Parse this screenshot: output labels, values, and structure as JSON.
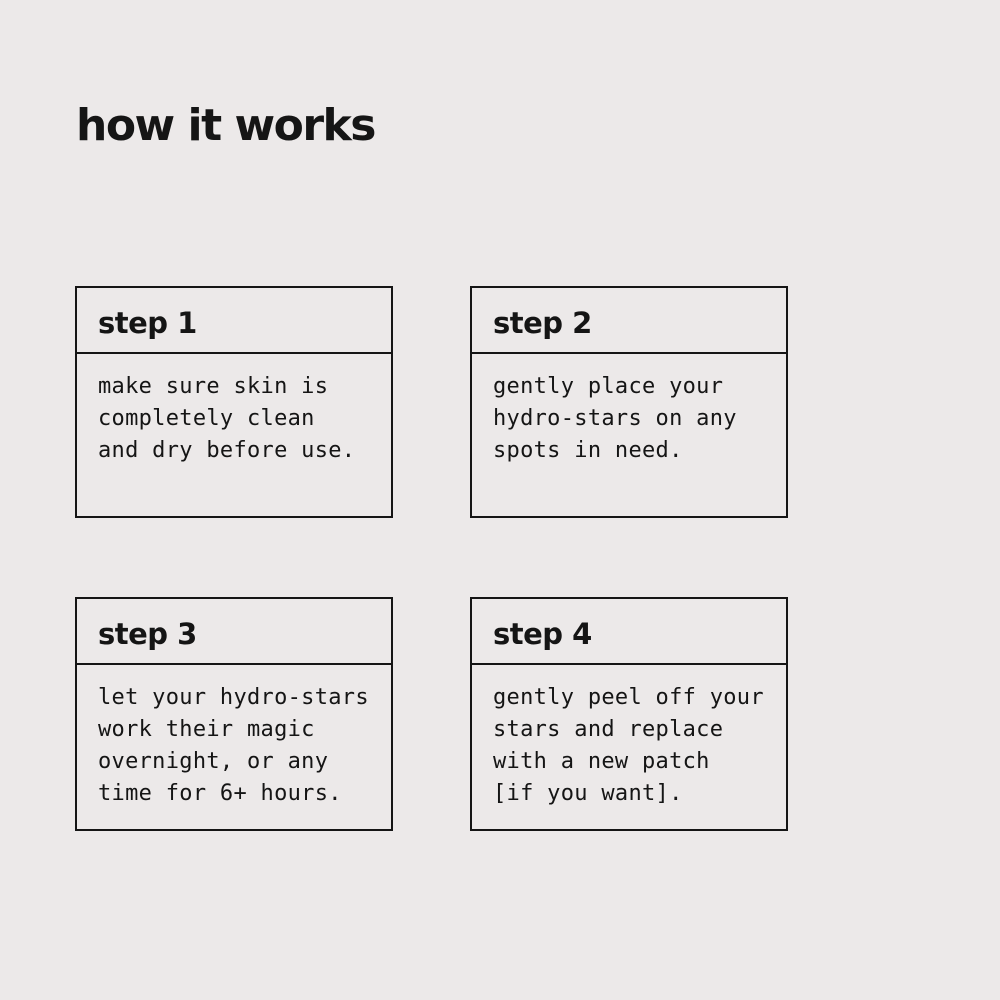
{
  "page_title": "how it works",
  "colors": {
    "background": "#ece9e9",
    "text": "#151515",
    "border": "#151515"
  },
  "steps": [
    {
      "label": "step 1",
      "body": "make sure skin is\ncompletely clean\nand dry before use."
    },
    {
      "label": "step 2",
      "body": "gently place your\nhydro-stars on any\nspots in need."
    },
    {
      "label": "step 3",
      "body": "let your hydro-stars\nwork their magic\novernight, or any\ntime for 6+ hours."
    },
    {
      "label": "step 4",
      "body": "gently peel off your\nstars and replace\nwith a new patch\n[if you want]."
    }
  ]
}
